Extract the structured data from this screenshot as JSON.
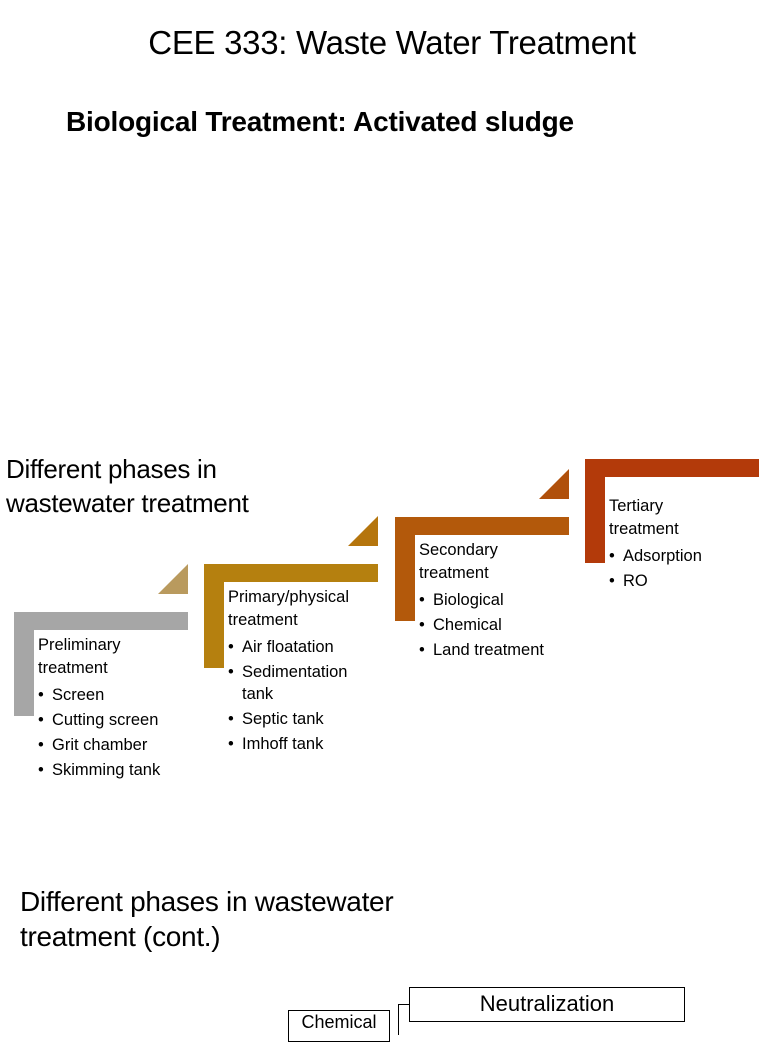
{
  "header": {
    "title": "CEE 333: Waste Water Treatment",
    "section": "Biological Treatment: Activated sludge"
  },
  "phases": {
    "heading_line1": "Different phases in",
    "heading_line2": "wastewater treatment",
    "steps": [
      {
        "title_line1": "Preliminary",
        "title_line2": "treatment",
        "color": "#a6a6a6",
        "triangle_color": "#b99a5e",
        "items": [
          "Screen",
          "Cutting screen",
          "Grit chamber",
          "Skimming tank"
        ]
      },
      {
        "title_line1": "Primary/physical",
        "title_line2": "treatment",
        "color": "#b5800f",
        "triangle_color": "#b5750d",
        "items": [
          "Air floatation",
          "Sedimentation tank",
          "Septic tank",
          "Imhoff tank"
        ]
      },
      {
        "title_line1": "Secondary",
        "title_line2": "treatment",
        "color": "#b3590b",
        "triangle_color": "#b0500b",
        "items": [
          "Biological",
          "Chemical",
          "Land treatment"
        ]
      },
      {
        "title_line1": "Tertiary",
        "title_line2": "treatment",
        "color": "#b33a0a",
        "triangle_color": "#b33a0a",
        "items": [
          "Adsorption",
          "RO"
        ]
      }
    ]
  },
  "phases_cont": {
    "heading_line1": "Different phases in wastewater",
    "heading_line2": "treatment (cont.)",
    "boxes": {
      "neutralization": "Neutralization",
      "chemical": "Chemical"
    }
  },
  "bullet": "•"
}
